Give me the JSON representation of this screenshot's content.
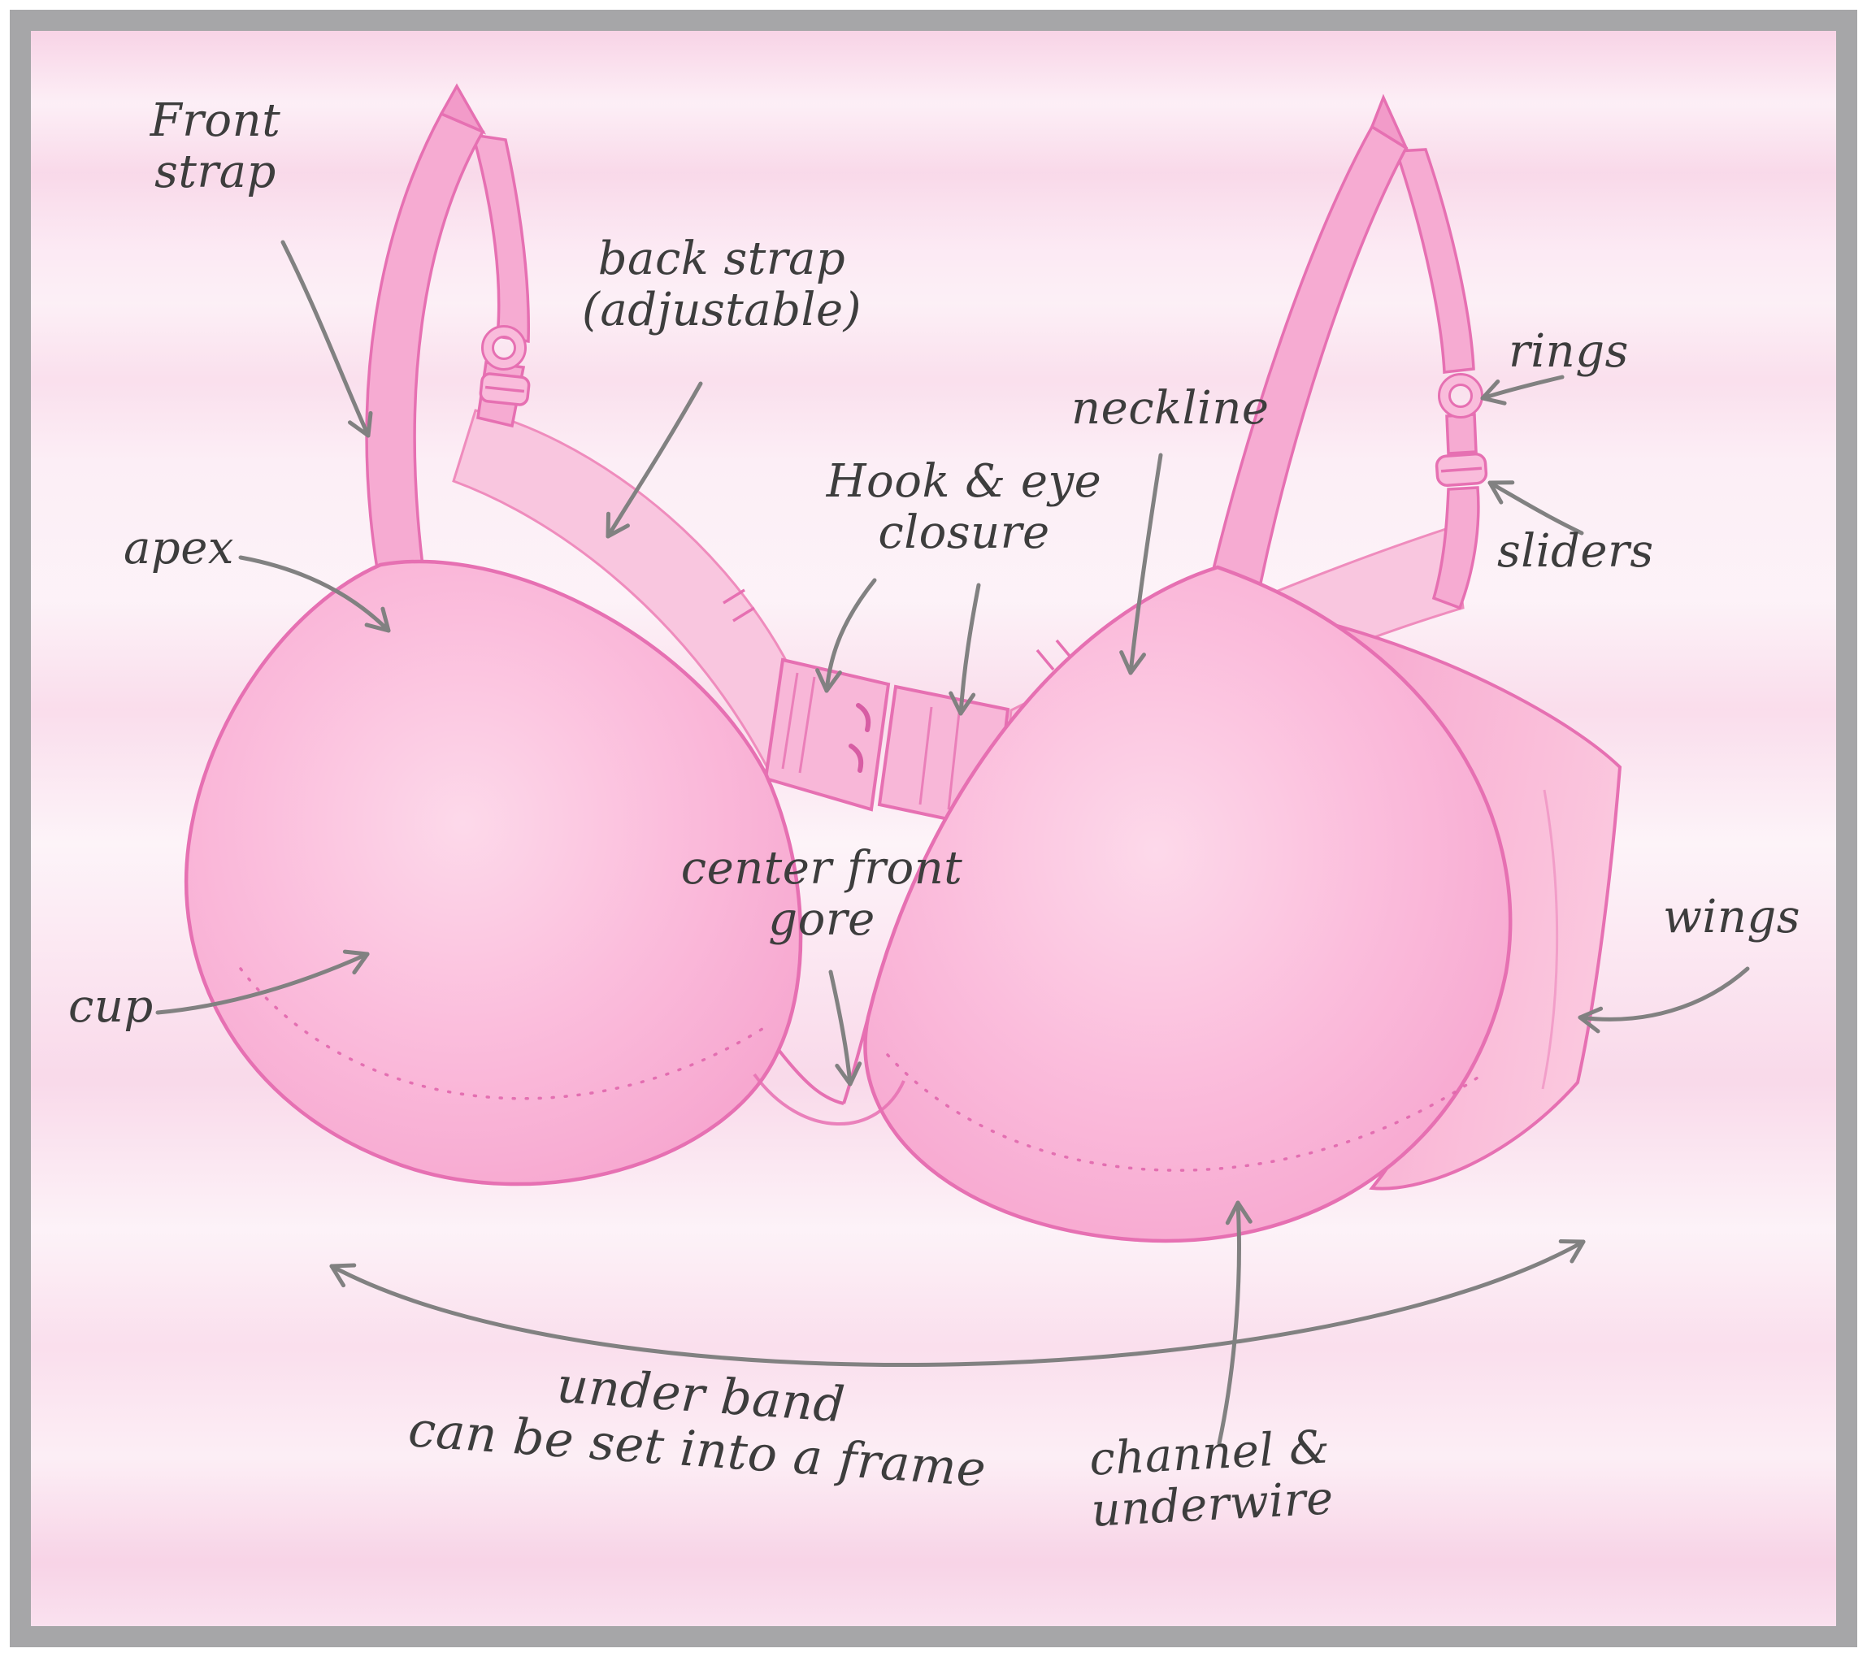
{
  "labels": {
    "front_strap": "Front\nstrap",
    "back_strap": "back strap\n(adjustable)",
    "rings": "rings",
    "neckline": "neckline",
    "hook_eye": "Hook & eye\nclosure",
    "sliders": "sliders",
    "apex": "apex",
    "center_front_gore": "center front\ngore",
    "cup": "cup",
    "wings": "wings",
    "under_band": "under band\ncan be set into a frame",
    "channel_underwire": "channel &\nunderwire"
  },
  "colors": {
    "frame": "#a6a6a8",
    "bg_base": "#fae3ef",
    "text": "#3d3d3d",
    "arrow": "#818181",
    "bra_outline": "#e670b2",
    "bra_main": "#f7a8d0",
    "bra_light": "#fdd9ea",
    "band": "#f9c6df",
    "hardware": "#f9bcdb"
  }
}
